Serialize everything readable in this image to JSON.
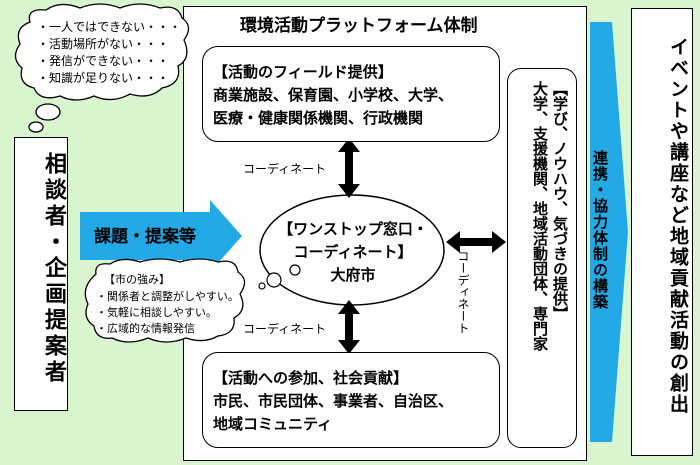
{
  "platform": {
    "title": "環境活動プラットフォーム体制"
  },
  "field_box": {
    "text": "【活動のフィールド提供】\n商業施設、保育園、小学校、大学、\n医療・健康関係機関、行政機関"
  },
  "participation_box": {
    "text": "【活動への参加、社会貢献】\n市民、市民団体、事業者、自治区、\n地域コミュニティ"
  },
  "experts_box": {
    "text": "【学び、ノウハウ、気づきの提供】\n大学、支援機関、地域活動団体、専門家"
  },
  "center": {
    "text": "【ワンストップ窓口・\nコーディネート】\n大府市"
  },
  "coordinate_labels": {
    "top": "コーディネート",
    "bottom": "コーディネート",
    "right": "コーディネート"
  },
  "consultant": {
    "text": "相談者・企画提案者"
  },
  "proposal_arrow": {
    "label": "課題・提案等"
  },
  "collaboration_arrow": {
    "label": "連携・協力体制の構築"
  },
  "outcome": {
    "text": "イベントや講座など地域貢献活動の創出"
  },
  "worry_bubble": {
    "text": "・一人ではできない・・・\n・活動場所がない・・・\n・発信ができない・・・\n・知識が足りない・・・"
  },
  "strength_bubble": {
    "title": "【市の強み】",
    "text": "・関係者と調整がしやすい。\n・気軽に相談しやすい。\n・広域的な情報発信"
  },
  "colors": {
    "background": "#d9f5d0",
    "arrow_blue": "#22a9e6",
    "panel": "#ffffff"
  }
}
